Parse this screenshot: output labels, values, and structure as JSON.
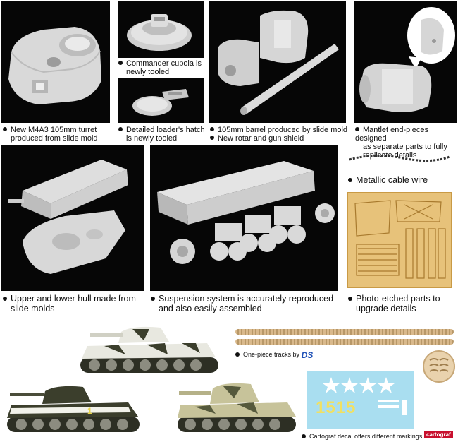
{
  "captions": {
    "turret": [
      "New M4A3 105mm turret",
      "produced from slide mold"
    ],
    "cupola": [
      "Commander cupola is",
      "newly tooled"
    ],
    "hatch": [
      "Detailed loader's hatch",
      "is newly tooled"
    ],
    "barrel1": "105mm barrel produced by slide mold",
    "barrel2": "New rotar and gun shield",
    "mantlet": [
      "Mantlet end-pieces designed",
      "as separate parts to fully",
      "replicate details"
    ],
    "cable": "Metallic cable wire",
    "hull": [
      "Upper and lower hull made from",
      "slide molds"
    ],
    "suspension": [
      "Suspension system is accurately reproduced",
      "and also easily assembled"
    ],
    "photoetch": [
      "Photo-etched parts to",
      "upgrade details"
    ],
    "tracks": "One-piece tracks by",
    "tracks_logo": "DS",
    "decal": "Cartograf decal offers different markings",
    "decal_logo": "cartograf",
    "decal_number": "1515"
  },
  "colors": {
    "panel_bg": "#060606",
    "part_grey": "#d8d8d8",
    "track_tan": "#d9b98c",
    "pe_brass": "#e7c27a",
    "decal_bg": "#a9def0",
    "camo_dark": "#3b3e2c",
    "logo_blue": "#1d4fb6",
    "logo_red": "#c8102e"
  }
}
